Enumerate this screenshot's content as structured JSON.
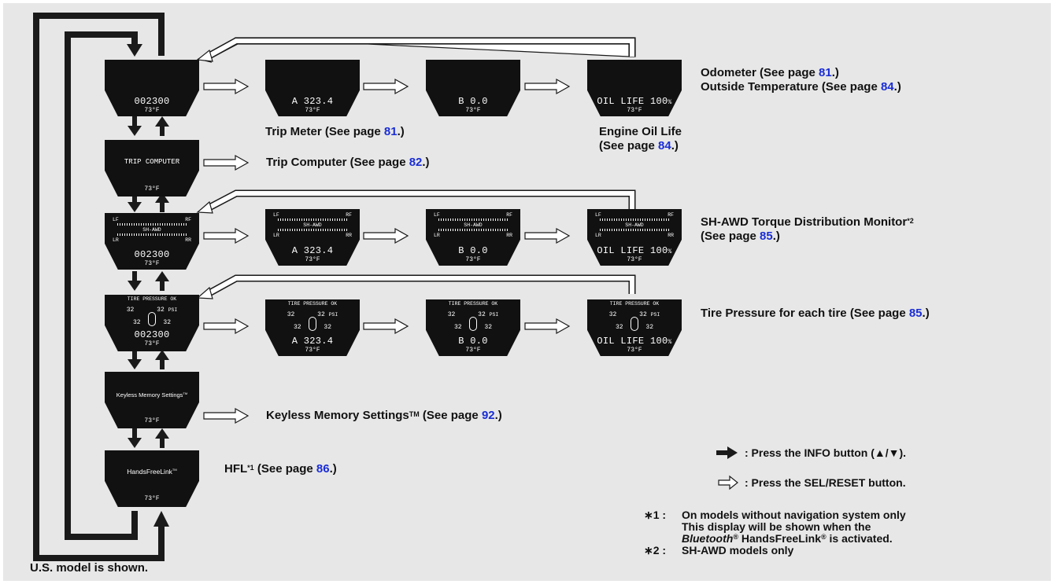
{
  "colors": {
    "background": "#e7e7e7",
    "display": "#111111",
    "page_link": "#1a2dd6"
  },
  "displays": {
    "odometer": {
      "value": "002300",
      "temp": "73°F"
    },
    "trip_a": {
      "prefix": "A",
      "value": "323.4",
      "temp": "73°F"
    },
    "trip_b": {
      "prefix": "B",
      "value": "0.0",
      "temp": "73°F"
    },
    "oil_life": {
      "text": "OIL LIFE",
      "value": "100",
      "unit": "%",
      "temp": "73°F"
    },
    "trip_computer": {
      "title": "TRIP COMPUTER",
      "temp": "73°F"
    },
    "sh_awd": {
      "lf": "LF",
      "rf": "RF",
      "lr": "LR",
      "rr": "RR",
      "center": "SH-AWD"
    },
    "tpms": {
      "title": "TIRE PRESSURE OK",
      "fl": "32",
      "fr": "32",
      "rl": "32",
      "rr": "32",
      "unit": "PSI"
    },
    "keyless": {
      "title": "Keyless Memory Settings",
      "tm": "TM",
      "temp": "73°F"
    },
    "hfl": {
      "title": "HandsFreeLink",
      "tm": "TM",
      "temp": "73°F"
    }
  },
  "labels": {
    "odometer": {
      "text": "Odometer (See page ",
      "page": "81",
      "end": ".)"
    },
    "outside_temp": {
      "text": "Outside Temperature (See page ",
      "page": "84",
      "end": ".)"
    },
    "trip_meter": {
      "text": "Trip Meter (See page ",
      "page": "81",
      "end": ".)"
    },
    "engine_oil_1": "Engine Oil Life",
    "engine_oil_2": {
      "text": "(See page ",
      "page": "84",
      "end": ".)"
    },
    "trip_computer": {
      "text": "Trip Computer (See page ",
      "page": "82",
      "end": ".)"
    },
    "sh_awd_1": {
      "text": "SH-AWD Torque Distribution Monitor",
      "sup": "*2"
    },
    "sh_awd_2": {
      "text": "(See page ",
      "page": "85",
      "end": ".)"
    },
    "tire_pressure": {
      "text": "Tire Pressure for each tire (See page ",
      "page": "85",
      "end": ".)"
    },
    "keyless": {
      "text": "Keyless Memory Settings",
      "tm": "TM",
      "rest": " (See page ",
      "page": "92",
      "end": ".)"
    },
    "hfl": {
      "text": "HFL",
      "sup": "*1",
      "rest": " (See page ",
      "page": "86",
      "end": ".)"
    }
  },
  "legend": {
    "info": ": Press the INFO button (▲/▼).",
    "sel": ": Press the SEL/RESET button."
  },
  "notes": {
    "n1_mark": "∗1 :",
    "n1_line1": "On models without navigation system only",
    "n1_line2": "This display will be shown when the",
    "n1_bt": "Bluetooth",
    "n1_reg": "®",
    "n1_hfl": " HandsFreeLink",
    "n1_end": " is activated.",
    "n2_mark": "∗2 :",
    "n2_line1": "SH-AWD models only"
  },
  "footer": "U.S. model is shown."
}
